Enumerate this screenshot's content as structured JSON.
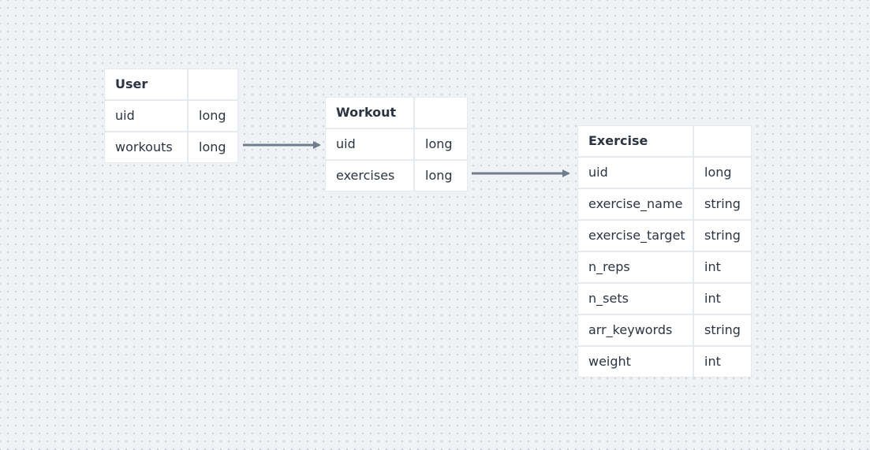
{
  "tables": [
    {
      "name": "User",
      "fields": [
        {
          "name": "uid",
          "type": "long"
        },
        {
          "name": "workouts",
          "type": "long"
        }
      ]
    },
    {
      "name": "Workout",
      "fields": [
        {
          "name": "uid",
          "type": "long"
        },
        {
          "name": "exercises",
          "type": "long"
        }
      ]
    },
    {
      "name": "Exercise",
      "fields": [
        {
          "name": "uid",
          "type": "long"
        },
        {
          "name": "exercise_name",
          "type": "string"
        },
        {
          "name": "exercise_target",
          "type": "string"
        },
        {
          "name": "n_reps",
          "type": "int"
        },
        {
          "name": "n_sets",
          "type": "int"
        },
        {
          "name": "arr_keywords",
          "type": "string"
        },
        {
          "name": "weight",
          "type": "int"
        }
      ]
    }
  ],
  "relations": [
    {
      "from": "User.workouts",
      "to": "Workout"
    },
    {
      "from": "Workout.exercises",
      "to": "Exercise"
    }
  ],
  "colors": {
    "canvas": "#f0f3f6",
    "grid_dot": "#c8ced6",
    "cell_bg": "#ffffff",
    "text": "#2b3440",
    "arrow": "#6f7d8c"
  }
}
